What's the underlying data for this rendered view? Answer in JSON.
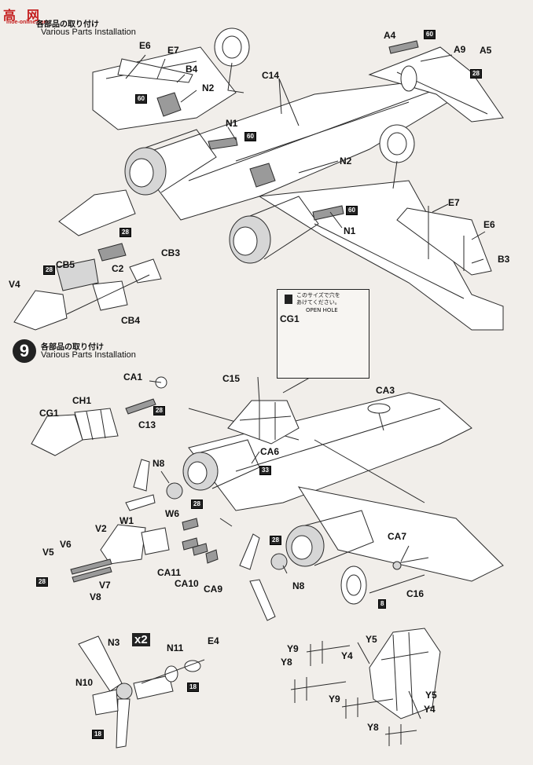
{
  "watermark": {
    "logo_text": "高",
    "logo_text2": "网",
    "url": "moe-online.com"
  },
  "step_top": {
    "jp": "各部品の取り付け",
    "en": "Various Parts Installation"
  },
  "step9": {
    "number": "9",
    "jp": "各部品の取り付け",
    "en": "Various Parts Installation"
  },
  "note": {
    "label": "CG1",
    "jp_line1": "このサイズで穴を",
    "jp_line2": "あけてください。",
    "en": "OPEN HOLE"
  },
  "multiplier": "x2",
  "labels_top": {
    "e6": "E6",
    "e7": "E7",
    "b4": "B4",
    "n2": "N2",
    "c14": "C14",
    "n1": "N1",
    "a4": "A4",
    "a9": "A9",
    "a5": "A5",
    "n2b": "N2",
    "n1b": "N1",
    "e7b": "E7",
    "e6b": "E6",
    "b3": "B3",
    "cb3": "CB3",
    "c2": "C2",
    "cb5": "CB5",
    "v4": "V4",
    "cb4": "CB4"
  },
  "labels_mid": {
    "ca1": "CA1",
    "ch1": "CH1",
    "cg1": "CG1",
    "c13": "C13",
    "c15": "C15",
    "ca3": "CA3",
    "ca6": "CA6",
    "n8": "N8",
    "w6": "W6",
    "v2": "V2",
    "w1": "W1",
    "v6": "V6",
    "v5": "V5",
    "v7": "V7",
    "v8": "V8",
    "ca11": "CA11",
    "ca10": "CA10",
    "ca9": "CA9",
    "n8b": "N8",
    "ca7": "CA7",
    "c16": "C16"
  },
  "labels_bottom": {
    "n3": "N3",
    "n11": "N11",
    "e4": "E4",
    "n10": "N10",
    "y9": "Y9",
    "y8": "Y8",
    "y5": "Y5",
    "y4": "Y4",
    "y9b": "Y9",
    "y5b": "Y5",
    "y4b": "Y4",
    "y8b": "Y8"
  },
  "badges": {
    "b60a": "60",
    "b60b": "60",
    "b60c": "60",
    "b60d": "60",
    "b28a": "28",
    "b28b": "28",
    "b28c": "28",
    "b28d": "28",
    "b28e": "28",
    "b28f": "28",
    "b33": "33",
    "b8": "8",
    "b18a": "18",
    "b18b": "18"
  }
}
